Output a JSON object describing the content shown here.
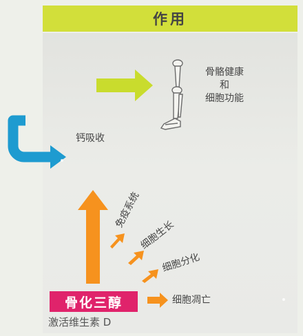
{
  "header": {
    "title": "作用"
  },
  "labels": {
    "bone_health": "骨骼健康\n和\n细胞功能",
    "calcium": "钙吸收",
    "immune": "免疫系统",
    "growth": "细胞生长",
    "differentiation": "细胞分化",
    "apoptosis": "细胞凋亡"
  },
  "badge": {
    "label": "骨化三醇"
  },
  "subtitle": "激活维生素 D",
  "colors": {
    "header": "#d2df3a",
    "lime_arrow": "#c9dc2d",
    "blue_arrow": "#1e9bd0",
    "orange_arrow": "#f6921e",
    "badge": "#e0236b"
  }
}
